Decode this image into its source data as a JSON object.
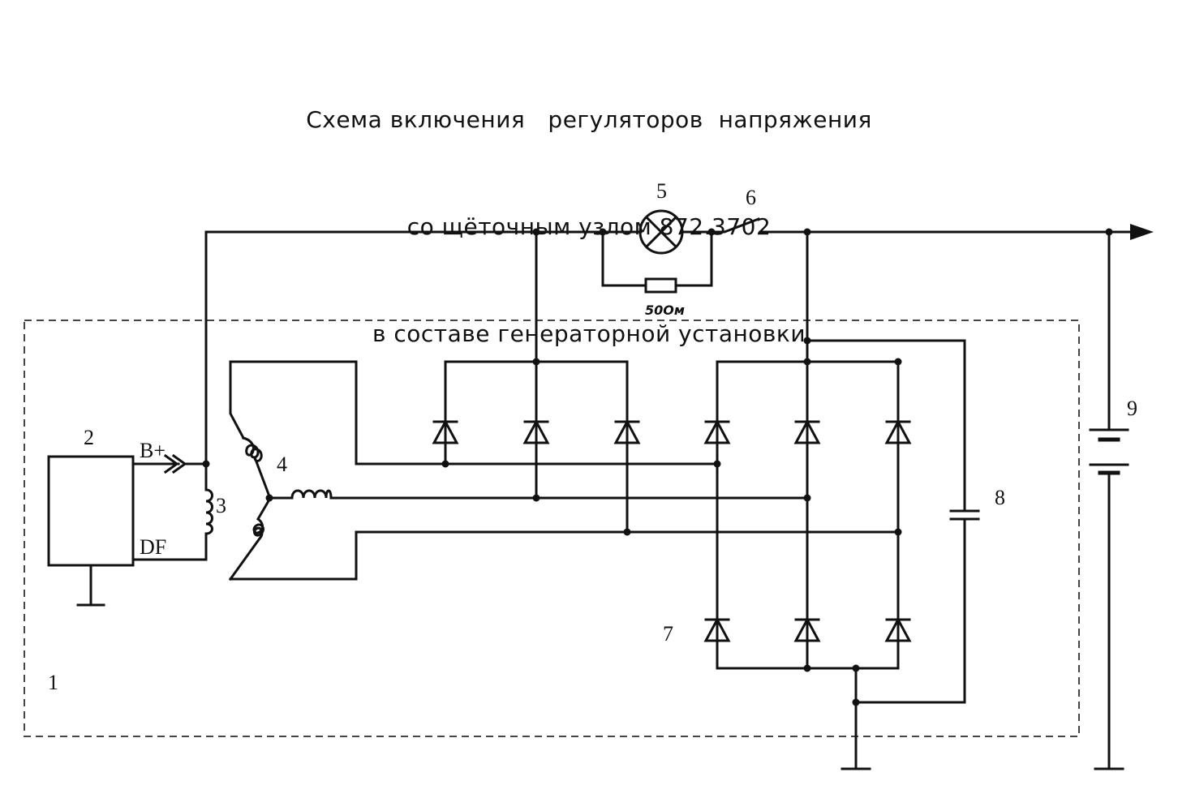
{
  "title": {
    "line1": "Схема включения   регуляторов  напряжения",
    "line2": "со щёточным узлом 872.3702",
    "line3": "в составе генераторной установки"
  },
  "labels": {
    "n1": "1",
    "n2": "2",
    "n3": "3",
    "n4": "4",
    "n5": "5",
    "n6": "6",
    "n7": "7",
    "n8": "8",
    "n9": "9",
    "b_plus": "B+",
    "df": "DF",
    "resistor": "50Ом"
  }
}
